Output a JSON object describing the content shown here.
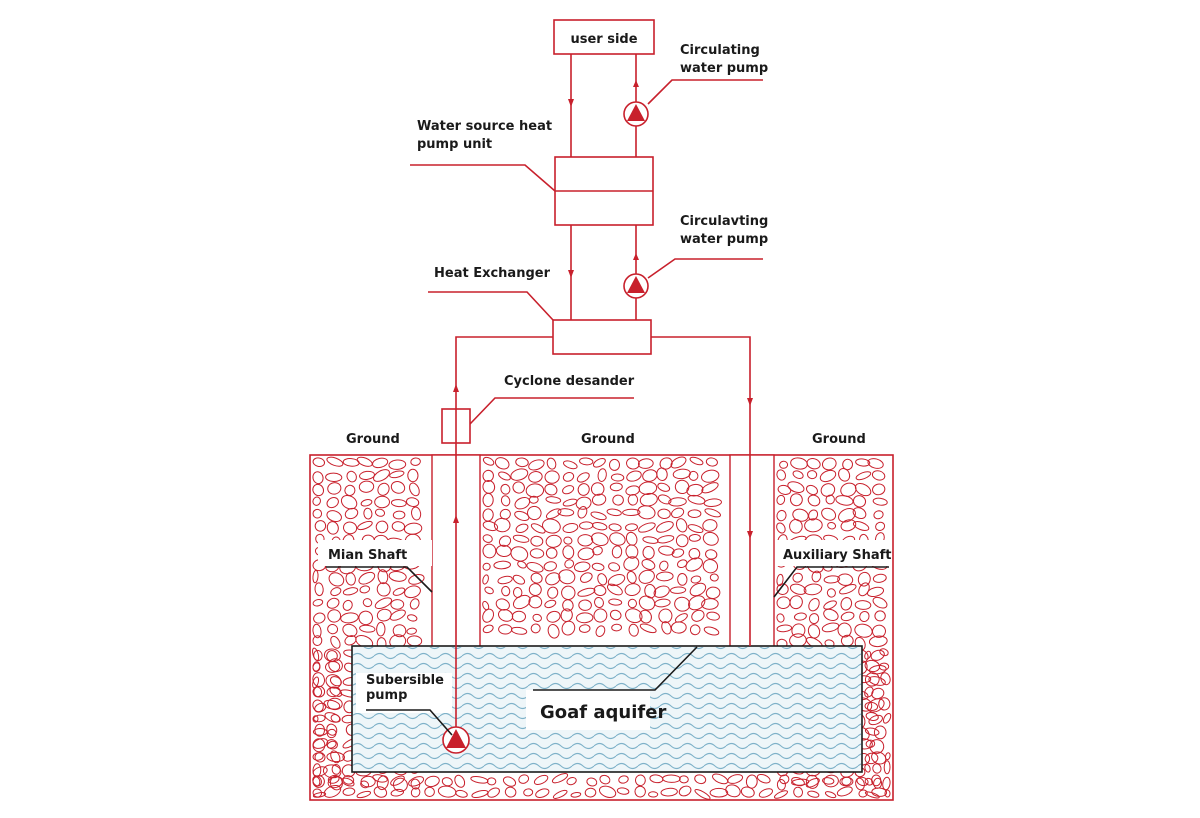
{
  "colors": {
    "pipe": "#c8202c",
    "text": "#1a1a1a",
    "water_wave": "#7fb2c9",
    "water_fill": "#eef6f9",
    "rock": "#c8202c"
  },
  "labels": {
    "user_side": "user side",
    "circulating_pump_top": [
      "Circulating",
      "water pump"
    ],
    "heat_pump_unit": [
      "Water source heat",
      "pump unit"
    ],
    "circulating_pump_mid": [
      "Circulavting",
      "water pump"
    ],
    "heat_exchanger": "Heat Exchanger",
    "cyclone_desander": "Cyclone desander",
    "ground_left": "Ground",
    "ground_center": "Ground",
    "ground_right": "Ground",
    "main_shaft": "Mian Shaft",
    "auxiliary_shaft": "Auxiliary Shaft",
    "submersible_pump": [
      "Subersible",
      "pump"
    ],
    "goaf_aquifer": "Goaf aquifer"
  },
  "icons": {
    "pump": "pump-icon",
    "flow_arrow": "flow-arrow-icon"
  }
}
